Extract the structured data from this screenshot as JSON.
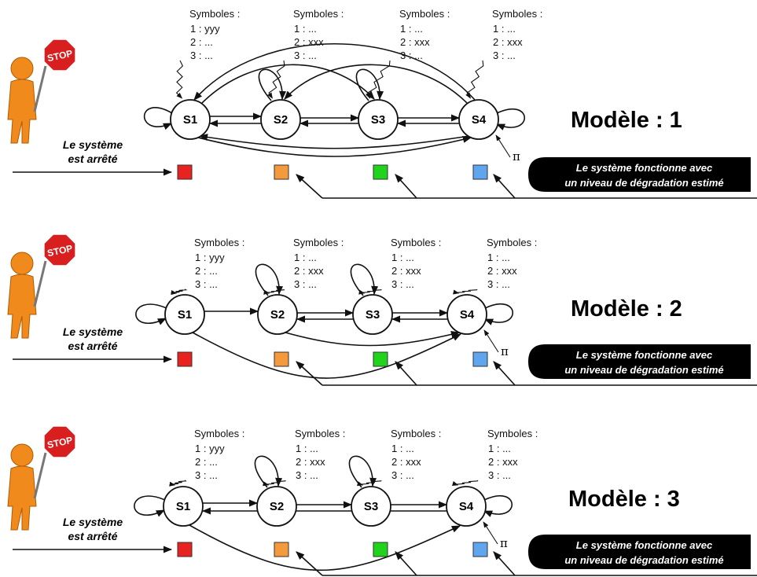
{
  "symbols_heading": "Symboles :",
  "states": [
    "S1",
    "S2",
    "S3",
    "S4"
  ],
  "stopped_line1": "Le système",
  "stopped_line2": "est arrêté",
  "stop_sign_text": "STOP",
  "pi_symbol": "π",
  "banner_line1": "Le système fonctionne avec",
  "banner_line2": "un niveau de dégradation estimé",
  "indicator_colors": [
    "#e8221e",
    "#f59a3c",
    "#22d31c",
    "#5fa6ef"
  ],
  "models": [
    {
      "title": "Modèle : 1",
      "symbols": [
        [
          "1 : yyy",
          "2 : ...",
          "3 : ..."
        ],
        [
          "1 : ...",
          "2 : xxx",
          "3 : ..."
        ],
        [
          "1 : ...",
          "2 : xxx",
          "3 : ..."
        ],
        [
          "1 : ...",
          "2 : xxx",
          "3 : ..."
        ]
      ]
    },
    {
      "title": "Modèle : 2",
      "symbols": [
        [
          "1 : yyy",
          "2 : ...",
          "3 : ..."
        ],
        [
          "1 : ...",
          "2 : xxx",
          "3 : ..."
        ],
        [
          "1 : ...",
          "2 : xxx",
          "3 : ..."
        ],
        [
          "1 : ...",
          "2 : xxx",
          "3 : ..."
        ]
      ]
    },
    {
      "title": "Modèle : 3",
      "symbols": [
        [
          "1 : yyy",
          "2 : ...",
          "3 : ..."
        ],
        [
          "1 : ...",
          "2 : xxx",
          "3 : ..."
        ],
        [
          "1 : ...",
          "2 : xxx",
          "3 : ..."
        ],
        [
          "1 : ...",
          "2 : xxx",
          "3 : ..."
        ]
      ]
    }
  ]
}
